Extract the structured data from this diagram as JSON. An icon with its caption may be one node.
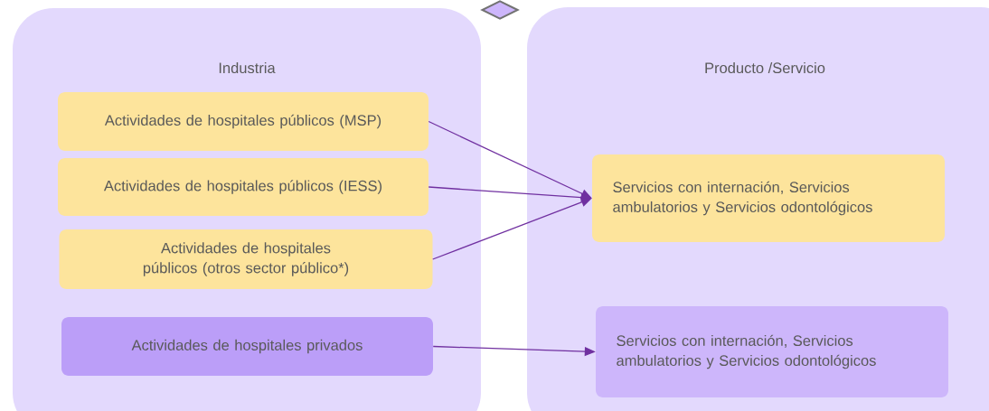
{
  "diagram": {
    "nodes": [
      {
        "text": [],
        "shape": "diamond"
      },
      {
        "text": [
          "Industria"
        ]
      },
      {
        "text": [
          "Actividades de hospitales públicos (MSP)"
        ],
        "in": 1
      },
      {
        "text": [
          "Actividades de hospitales públicos (IESS)"
        ],
        "in": 1
      },
      {
        "text": [
          "Actividades de hospitales públicos (otros sector público*)"
        ],
        "in": 1
      },
      {
        "text": [
          "Actividades de hospitales privados"
        ],
        "in": 1
      },
      {
        "text": [
          "Producto /Servicio"
        ]
      },
      {
        "text": [
          "Servicios con internación,  Servicios ambulatorios y  Servicios odontológicos"
        ],
        "in": 6
      },
      {
        "text": [
          "Servicios con internación, Servicios ambulatorios y Servicios odontológicos"
        ],
        "in": 6
      }
    ],
    "edges": [
      {
        "from": 2,
        "to": 7,
        "arrow": "to"
      },
      {
        "from": 3,
        "to": 7,
        "arrow": "to"
      },
      {
        "from": 4,
        "to": 7,
        "arrow": "to"
      },
      {
        "from": 5,
        "to": 8,
        "arrow": "to"
      }
    ]
  }
}
